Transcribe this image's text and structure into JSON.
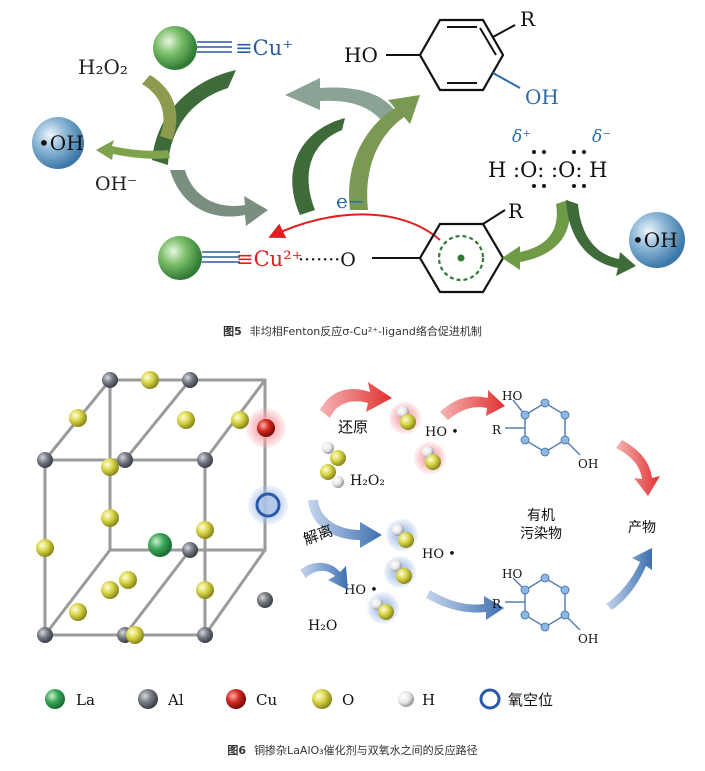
{
  "figure5": {
    "caption_label": "图5",
    "caption_text": "非均相Fenton反应σ-Cu²⁺-ligand络合促进机制",
    "labels": {
      "cu_plus": "≡Cu⁺",
      "h2o2": "H₂O₂",
      "oh_radical": "•OH",
      "oh_minus": "OH⁻",
      "electron": "e−",
      "cu2plus": "≡Cu²⁺",
      "ligand_link": "·······O",
      "ho_group": "HO",
      "oh_group": "OH",
      "r_group_top": "R",
      "r_group_bottom": "R",
      "delta_plus": "δ⁺",
      "delta_minus": "δ⁻",
      "h2o2_lewis": "H :O: :O: H",
      "oh_radical_right": "•OH"
    }
  },
  "figure6": {
    "caption_label": "图6",
    "caption_text": "铜掺杂LaAlO₃催化剂与双氧水之间的反应路径",
    "labels": {
      "reduction": "还原",
      "h2o2": "H₂O₂",
      "ho_radical_1": "HO •",
      "dissociation": "解离",
      "ho_radical_2": "HO •",
      "ho_radical_3": "HO •",
      "h2o": "H₂O",
      "organic_pollutant_1": "有机",
      "organic_pollutant_2": "污染物",
      "product": "产物",
      "mol_top_ho": "HO",
      "mol_top_r": "R",
      "mol_top_oh": "OH",
      "mol_bot_ho": "HO",
      "mol_bot_r": "R",
      "mol_bot_oh": "OH"
    },
    "legend": [
      {
        "symbol": "La",
        "color": "#2e9a4e"
      },
      {
        "symbol": "Al",
        "color": "#666a70"
      },
      {
        "symbol": "Cu",
        "color": "#c42020"
      },
      {
        "symbol": "O",
        "color": "#d2d040"
      },
      {
        "symbol": "H",
        "color": "#e8e8e8"
      },
      {
        "symbol": "氧空位",
        "color": "#2a5aa8"
      }
    ]
  }
}
